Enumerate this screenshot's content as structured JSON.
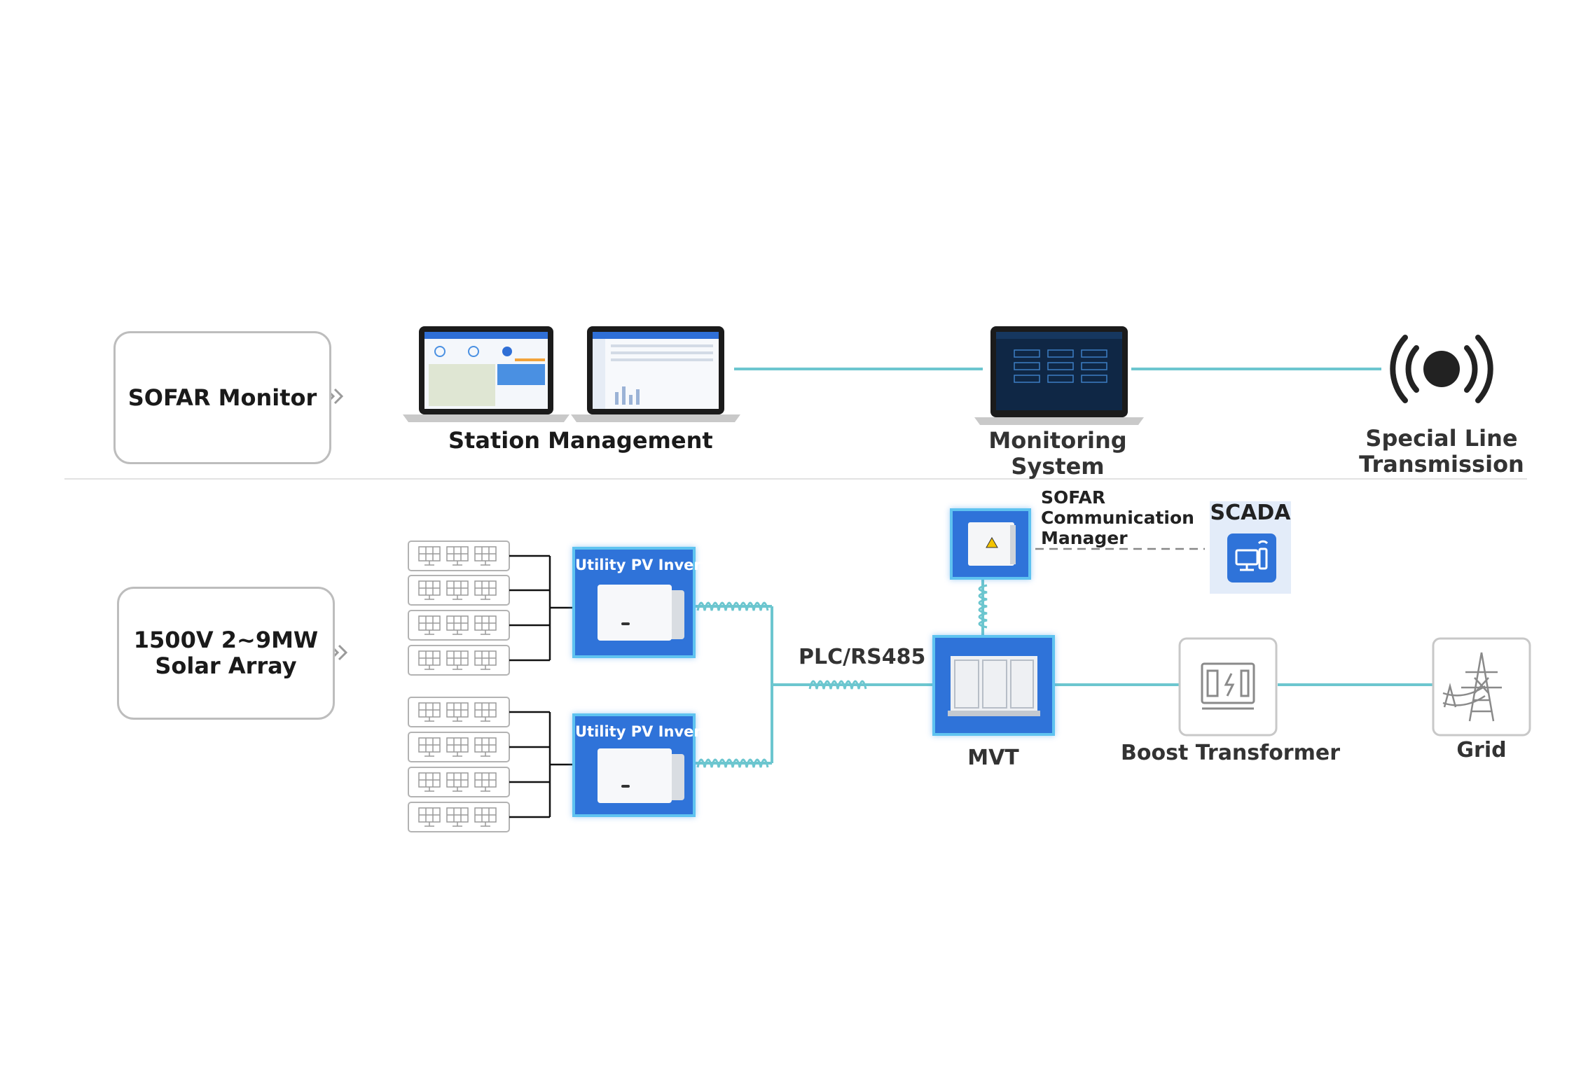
{
  "monitor_label": "SOFAR Monitor",
  "array_label_line1": "1500V 2~9MW",
  "array_label_line2": "Solar Array",
  "station_management": "Station Management",
  "monitoring_system_line1": "Monitoring",
  "monitoring_system_line2": "System",
  "special_line_1": "Special Line",
  "special_line_2": "Transmission",
  "inverter_top": "Utility PV Inverter",
  "inverter_bottom": "Utility PV Inverter",
  "comm_line1": "SOFAR",
  "comm_line2": "Communication",
  "comm_line3": "Manager",
  "scada": "SCADA",
  "plc": "PLC/RS485",
  "mvt": "MVT",
  "boost": "Boost  Transformer",
  "grid": "Grid",
  "colors": {
    "link_line": "#6cc6cf",
    "device_blue": "#2f73d9",
    "device_border": "#5fc3f0",
    "box_border": "#bdbdbd",
    "scada_bg": "#e3ecf9"
  }
}
